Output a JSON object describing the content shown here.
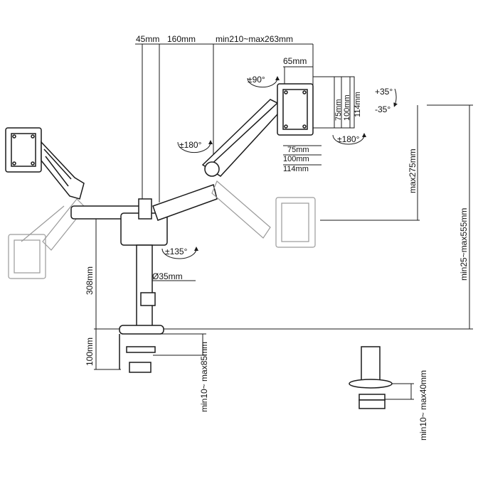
{
  "dimensions": {
    "top_offset": "45mm",
    "arm_segment": "160mm",
    "arm_extension": "min210~max263mm",
    "vesa_offset": "65mm",
    "plate_rotation": "±90°",
    "tilt_up": "+35°",
    "tilt_down": "-35°",
    "vesa_75_v": "75mm",
    "vesa_100_v": "100mm",
    "vesa_114_v": "114mm",
    "vesa_75_h": "75mm",
    "vesa_100_h": "100mm",
    "vesa_114_h": "114mm",
    "swivel_right": "±180°",
    "swivel_left": "±180°",
    "base_rotation": "±135°",
    "pole_diameter": "Ø35mm",
    "pole_height": "308mm",
    "clamp_height": "100mm",
    "max_height": "max275mm",
    "height_range": "min25~max555mm",
    "clamp_range": "min10~ max85mm",
    "grommet_range": "min10~ max40mm"
  },
  "colors": {
    "line": "#1a1a1a",
    "ghost": "#9a9a9a"
  }
}
